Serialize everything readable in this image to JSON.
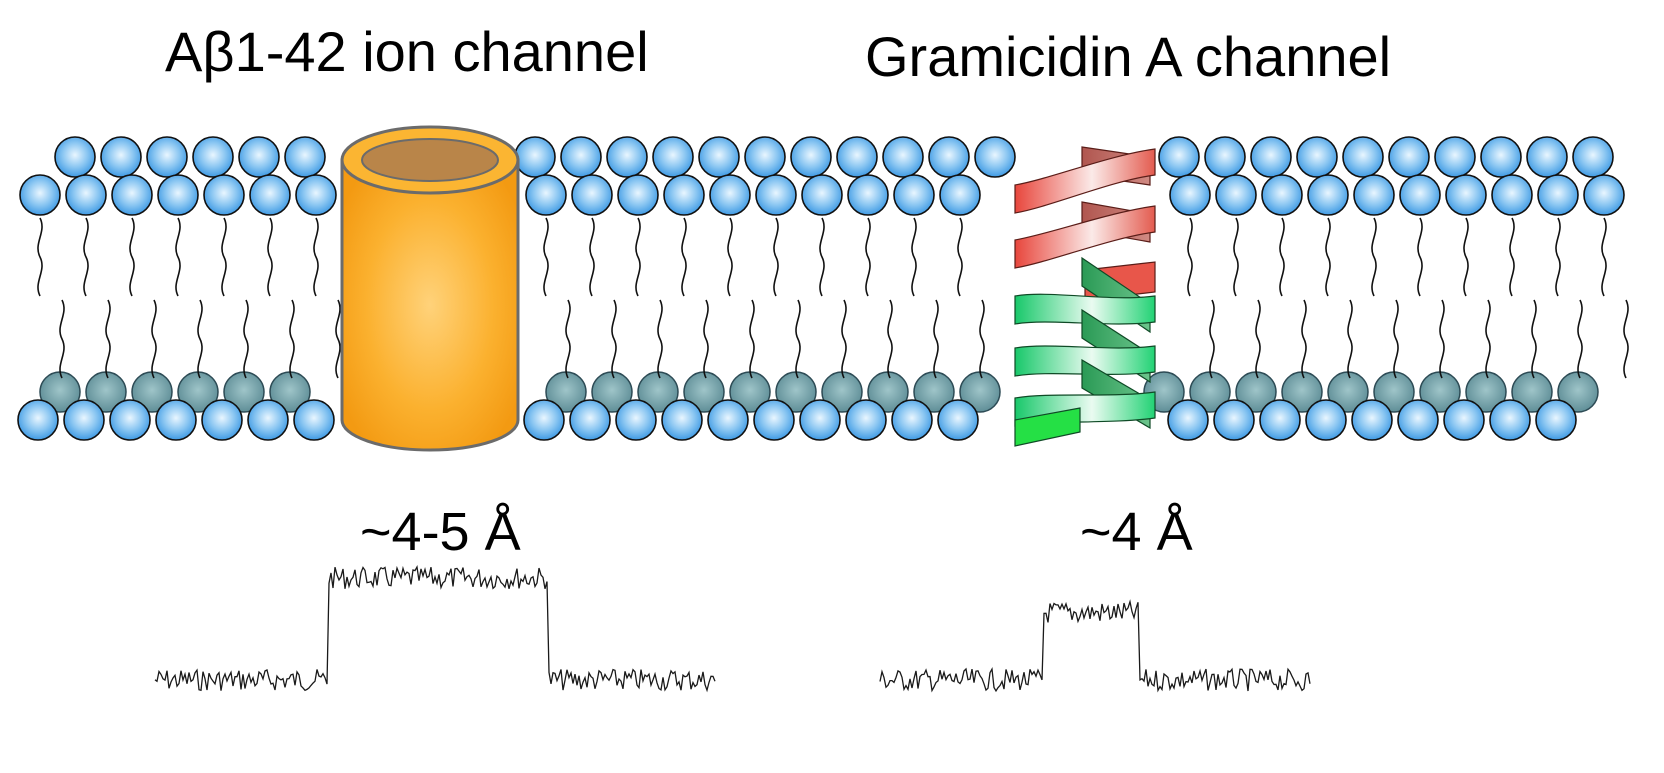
{
  "diagram": {
    "left_channel": {
      "title": "Aβ1-42 ion channel",
      "pore_size": "~4-5 Å",
      "trace": {
        "baseline": 0,
        "open_level": 1.0,
        "open_fraction": [
          0.31,
          0.7
        ]
      }
    },
    "right_channel": {
      "title": "Gramicidin A channel",
      "pore_size": "~4 Å",
      "trace": {
        "baseline": 0,
        "open_level": 0.66,
        "open_fraction": [
          0.38,
          0.6
        ]
      }
    },
    "colors": {
      "lipid_head": "#4fa7ea",
      "lipid_head_light": "#e9f6ff",
      "lipid_head_back": "#6a9aa2",
      "channel_cylinder": "#f7a21a",
      "helix_upper": "#e8564a",
      "helix_lower": "#21cf72"
    }
  }
}
